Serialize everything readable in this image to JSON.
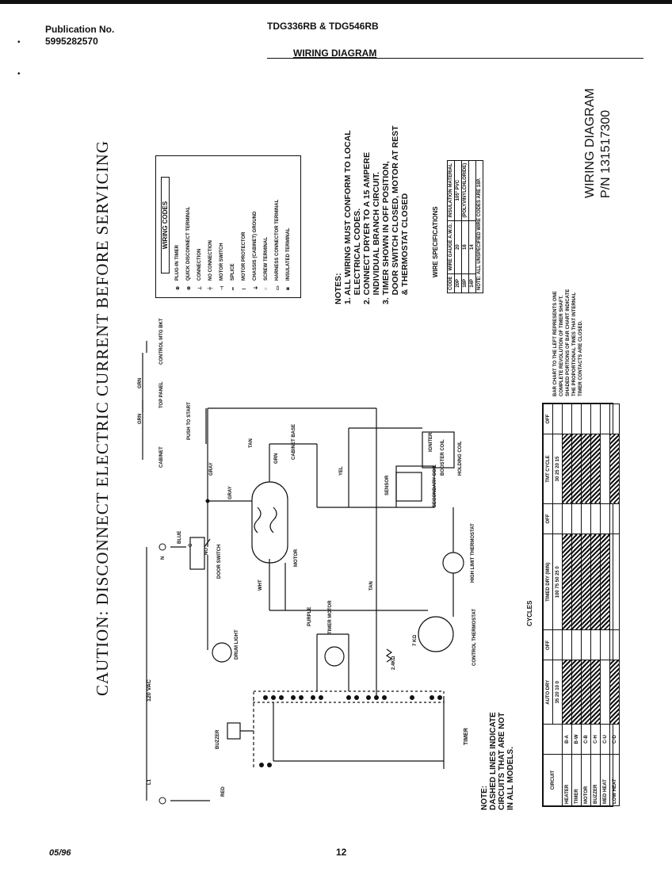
{
  "header": {
    "publication_label": "Publication No.",
    "publication_number": "5995282570",
    "models": "TDG336RB & TDG546RB",
    "section_title": "WIRING DIAGRAM"
  },
  "caution": "CAUTION: DISCONNECT ELECTRIC CURRENT BEFORE SERVICING",
  "wiring_codes": {
    "title": "WIRING CODES",
    "items": [
      {
        "symbol": "⊕",
        "label": "PLUG-IN TIMER"
      },
      {
        "symbol": "⊗",
        "label": "QUICK DISCONNECT TERMINAL"
      },
      {
        "symbol": "⊥",
        "label": "CONNECTION"
      },
      {
        "symbol": "╪",
        "label": "NO CONNECTION"
      },
      {
        "symbol": "⊣",
        "label": "MOTOR SWITCH"
      },
      {
        "symbol": "━",
        "label": "SPLICE"
      },
      {
        "symbol": "⌇",
        "label": "MOTOR PROTECTOR"
      },
      {
        "symbol": "⏚",
        "label": "CHASSIS (CABINET) GROUND"
      },
      {
        "symbol": "○",
        "label": "SCREW TERMINAL"
      },
      {
        "symbol": "▭",
        "label": "HARNESS CONNECTOR TERMINAL"
      },
      {
        "symbol": "◙",
        "label": "INSULATED TERMINAL"
      }
    ]
  },
  "notes": {
    "title": "NOTES:",
    "lines": [
      "1. ALL WIRING MUST CONFORM TO LOCAL",
      "    ELECTRICAL CODES.",
      "2. CONNECT DRYER TO A 15 AMPERE",
      "    INDIVIDUAL BRANCH CIRCUIT.",
      "3. TIMER SHOWN IN OFF POSITION,",
      "    DOOR SWITCH CLOSED, MOTOR AT REST",
      "    & THERMOSTAT CLOSED"
    ]
  },
  "wire_specs": {
    "title": "WIRE SPECIFICATIONS",
    "headers": [
      "CODE",
      "WIRE GAUGE A.W.G.",
      "INSULATION MATERIAL"
    ],
    "rows": [
      [
        "20P",
        "20",
        "105° PVC"
      ],
      [
        "18P",
        "18",
        "(POLYVINYLCHLORIDE)"
      ],
      [
        "14P",
        "14",
        ""
      ]
    ],
    "footer": "NOTE: ALL UNSPECIFIED WIRE CODES ARE 18P."
  },
  "title_block": {
    "line1": "WIRING DIAGRAM",
    "line2": "P/N 131517300"
  },
  "bar_chart_note": [
    "BAR CHART TO THE LEFT REPRESENTS ONE",
    "COMPLETE REVOLUTION OF TIMER SHAFT.",
    "SHADED PORTIONS OF BAR CHART INDICATE",
    "THE PROPORTIONAL TIMES THAT INTERNAL",
    "TIMER CONTACTS ARE CLOSED."
  ],
  "bottom_note": [
    "NOTE:",
    "DASHED LINES INDICATE",
    "CIRCUITS THAT ARE NOT",
    "IN ALL MODELS."
  ],
  "cycles": {
    "title": "CYCLES",
    "groups": [
      "AUTO DRY",
      "OFF",
      "TIMED DRY (MIN)",
      "OFF",
      "TMT CYCLE",
      "OFF"
    ],
    "group_values": [
      "35 20 10 0",
      "",
      "100 75 50 25 0",
      "",
      "30 25 20 15",
      ""
    ],
    "circuit_header": "CIRCUIT",
    "circuits": [
      {
        "name": "HEATER",
        "code": "B-A"
      },
      {
        "name": "TIMER",
        "code": "B-W"
      },
      {
        "name": "MOTOR",
        "code": "C-B"
      },
      {
        "name": "BUZZER",
        "code": "C-H"
      },
      {
        "name": "MED HEAT",
        "code": "C-U"
      },
      {
        "name": "LOW HEAT",
        "code": "C-D"
      }
    ]
  },
  "diagram": {
    "voltage": "120 VAC",
    "line_l1": "L1",
    "line_n": "N",
    "labels": {
      "red": "RED",
      "blue": "BLUE",
      "wht": "WHT",
      "gray": "GRAY",
      "tan": "TAN",
      "purple": "PURPLE",
      "yel": "YEL",
      "grn": "GRN",
      "door_switch": "DOOR SWITCH",
      "drum_light": "DRUM LIGHT",
      "buzzer": "BUZZER",
      "timer": "TIMER",
      "timer_motor": "TIMER MOTOR",
      "motor": "MOTOR",
      "push_to_start": "PUSH TO START",
      "cabinet": "CABINET",
      "top_panel": "TOP PANEL",
      "control_mtg_bkt": "CONTROL MTG BKT",
      "cabinet_base": "CABINET BASE",
      "igniter": "IGNITER",
      "sensor": "SENSOR",
      "secondary_coil": "SECONDARY COIL",
      "booster_coil": "BOOSTER COIL",
      "holding_coil": "HOLDING COIL",
      "hi_limit": "HIGH LIMIT THERMOSTAT",
      "control_thermostat": "CONTROL THERMOSTAT",
      "resistor": "2.4KΩ",
      "resistor2": "7 KΩ",
      "ks": "KS",
      "no": "NO",
      "c": "C"
    }
  },
  "footer": {
    "date": "05/96",
    "page": "12"
  }
}
